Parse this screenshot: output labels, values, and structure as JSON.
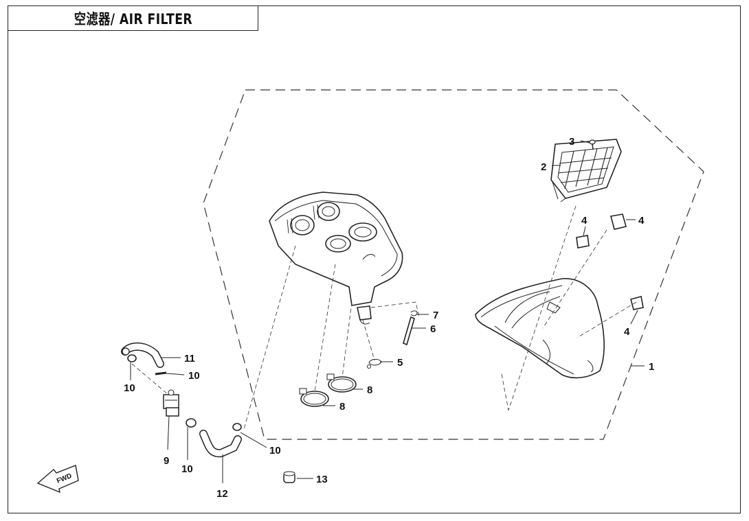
{
  "title": "空滤器/ AIR FILTER",
  "callouts": {
    "c1": "1",
    "c2": "2",
    "c3": "3",
    "c4a": "4",
    "c4b": "4",
    "c4c": "4",
    "c5": "5",
    "c6": "6",
    "c7": "7",
    "c8a": "8",
    "c8b": "8",
    "c9": "9",
    "c10a": "10",
    "c10b": "10",
    "c10c": "10",
    "c10d": "10",
    "c11": "11",
    "c12": "12",
    "c13": "13"
  },
  "fwd_label": "FWD"
}
